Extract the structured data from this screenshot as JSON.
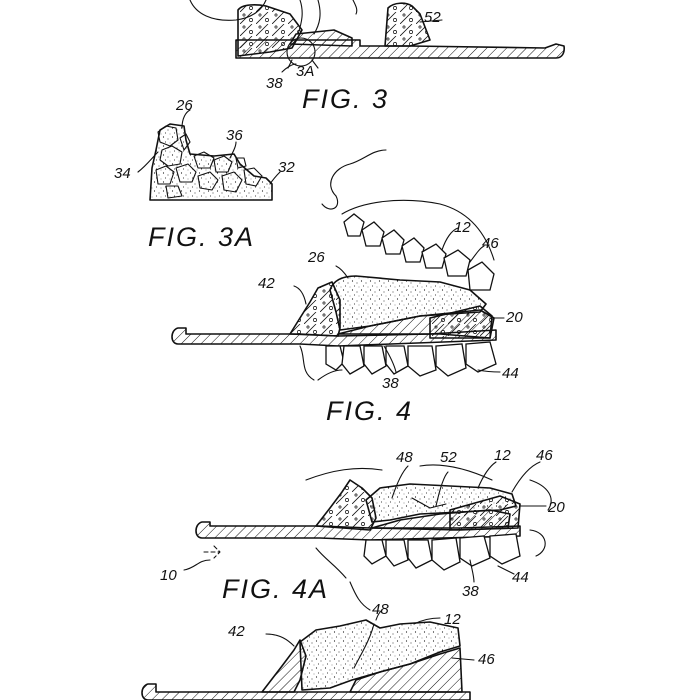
{
  "figures": {
    "fig3": "FIG. 3",
    "fig3a": "FIG. 3A",
    "fig4": "FIG. 4",
    "fig4a": "FIG. 4A"
  },
  "labels": {
    "fig3": {
      "n52": "52",
      "n38": "38",
      "n3a": "3A"
    },
    "fig3a": {
      "n26": "26",
      "n36": "36",
      "n34": "34",
      "n32": "32"
    },
    "fig4": {
      "n12": "12",
      "n46": "46",
      "n26": "26",
      "n42": "42",
      "n20": "20",
      "n38": "38",
      "n44": "44"
    },
    "fig4a": {
      "n48": "48",
      "n52": "52",
      "n12": "12",
      "n46": "46",
      "n20": "20",
      "n10": "10",
      "n38": "38",
      "n44": "44"
    },
    "fig5": {
      "n42": "42",
      "n48": "48",
      "n12": "12",
      "n46": "46"
    }
  }
}
